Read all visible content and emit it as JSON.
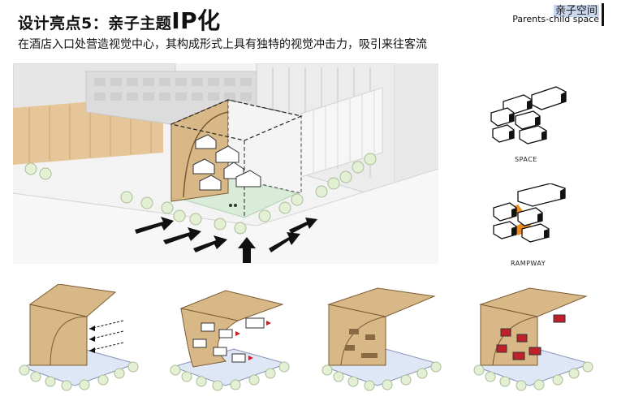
{
  "header": {
    "title_main": "设计亮点5：亲子主题",
    "title_ip": "IP化",
    "tag_cn": "亲子空间",
    "tag_en": "Parents-child space"
  },
  "description": "在酒店入口处营造视觉中心，其构成形式上具有独特的视觉冲击力，吸引来往客流",
  "side_diagrams": [
    {
      "label": "SPACE"
    },
    {
      "label": "RAMPWAY"
    }
  ],
  "colors": {
    "wood": "#d9b888",
    "wood_dark": "#b8905c",
    "plaza": "#d8ecd8",
    "ground_blue": "#dfe6f5",
    "tree": "#e4f0d4",
    "accent_orange": "#f08a1c",
    "accent_red": "#c0202a"
  }
}
